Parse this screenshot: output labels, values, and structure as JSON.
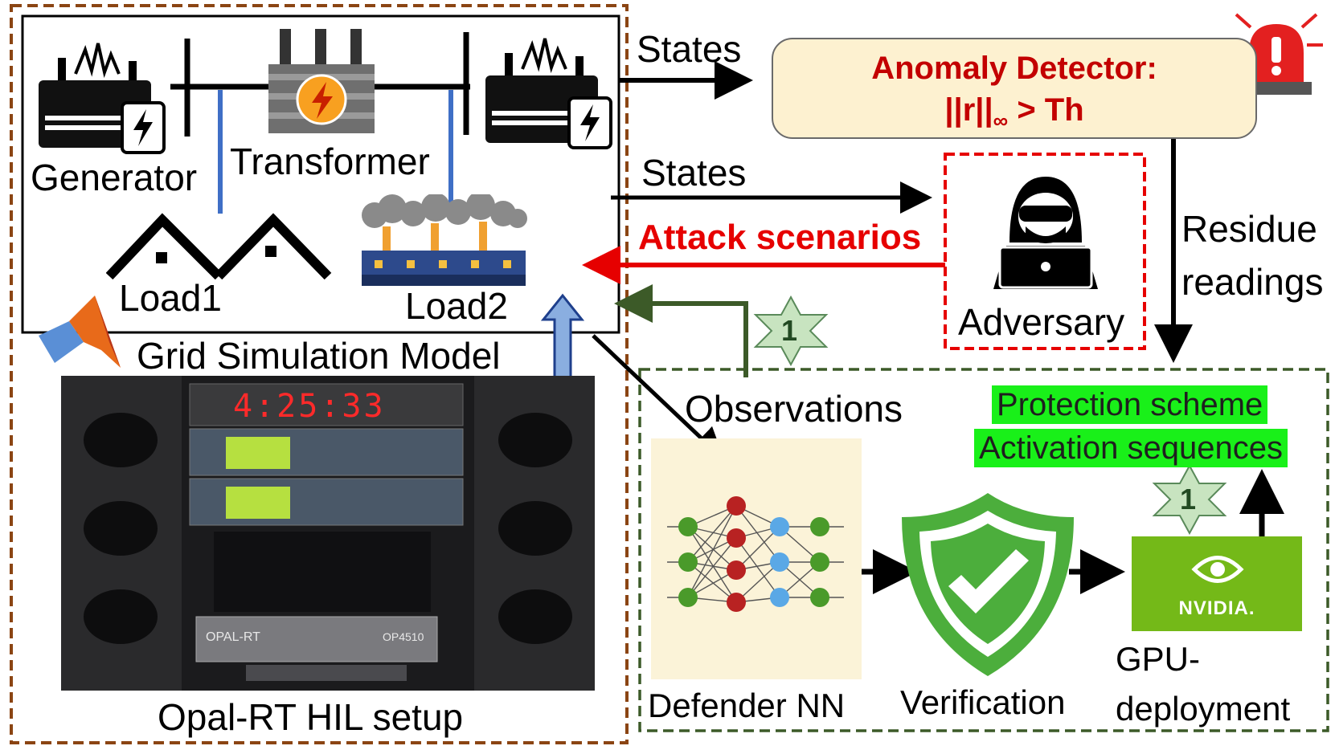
{
  "grid": {
    "generator": "Generator",
    "transformer": "Transformer",
    "load1": "Load1",
    "load2": "Load2",
    "model_title": "Grid Simulation Model",
    "hil_title": "Opal-RT HIL setup",
    "display_value": "4:25:33",
    "rack_brand": "OPAL-RT",
    "rack_model": "OP4510"
  },
  "flow": {
    "states_top": "States",
    "states_mid": "States",
    "attack": "Attack scenarios",
    "observations": "Observations",
    "residue_line1": "Residue",
    "residue_line2": "readings",
    "step_badge_left": "1",
    "step_badge_right": "1"
  },
  "anomaly": {
    "title": "Anomaly Detector:",
    "formula_norm": "||r||",
    "formula_sub": "∞",
    "formula_rest": " > Th"
  },
  "adversary": {
    "label": "Adversary"
  },
  "protection": {
    "line1": "Protection scheme",
    "line2": "Activation sequences"
  },
  "pipeline": {
    "defender": "Defender NN",
    "verification": "Verification",
    "gpu_line1": "GPU-",
    "gpu_line2": "deployment",
    "gpu_brand": "NVIDIA."
  },
  "colors": {
    "attack_red": "#e60000",
    "anomaly_red": "#c30000",
    "highlight_green": "#19f019",
    "dashed_green": "#3c5a28",
    "dashed_brown": "#8b4513",
    "nvidia_green": "#74b918",
    "shield_green": "#4cae3c",
    "link_blue": "#3f6fc6"
  },
  "icons": {
    "alarm": "alarm-light-icon",
    "hacker": "hacker-laptop-icon",
    "shield": "shield-check-icon",
    "matlab": "matlab-logo-icon",
    "nn": "neural-network-icon"
  }
}
